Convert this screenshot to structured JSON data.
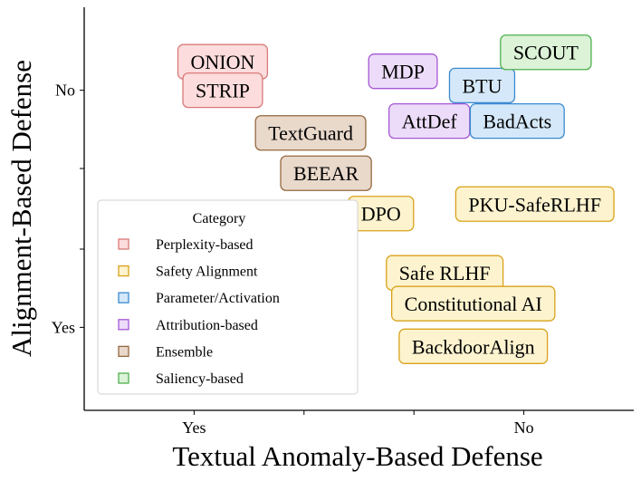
{
  "chart_data": {
    "type": "scatter",
    "xlabel": "Textual Anomaly-Based Defense",
    "ylabel": "Alignment-Based Defense",
    "xlim": [
      0.5,
      3.0
    ],
    "ylim": [
      0.65,
      2.35
    ],
    "x_ticks": [
      {
        "value": 1.0,
        "label": "Yes"
      },
      {
        "value": 1.5,
        "label": ""
      },
      {
        "value": 2.0,
        "label": ""
      },
      {
        "value": 2.5,
        "label": "No"
      }
    ],
    "y_ticks": [
      {
        "value": 1.0,
        "label": "Yes"
      },
      {
        "value": 1.33,
        "label": ""
      },
      {
        "value": 1.67,
        "label": ""
      },
      {
        "value": 2.0,
        "label": "No"
      }
    ],
    "grid": false,
    "legend": {
      "title": "Category",
      "placement": "lower-left",
      "entries": [
        {
          "name": "Perplexity-based",
          "stroke": "#d9797a",
          "fill": "#fcdcdc"
        },
        {
          "name": "Safety Alignment",
          "stroke": "#d9a21a",
          "fill": "#fdf3cf"
        },
        {
          "name": "Parameter/Activation",
          "stroke": "#3b8ad0",
          "fill": "#d4e8f9"
        },
        {
          "name": "Attribution-based",
          "stroke": "#a657d6",
          "fill": "#ecdcf9"
        },
        {
          "name": "Ensemble",
          "stroke": "#94683f",
          "fill": "#e9d9cb"
        },
        {
          "name": "Saliency-based",
          "stroke": "#4fb04f",
          "fill": "#dcf3d8"
        }
      ]
    },
    "points": [
      {
        "label": "ONION",
        "x": 1.13,
        "y": 2.12,
        "category": "Perplexity-based"
      },
      {
        "label": "STRIP",
        "x": 1.13,
        "y": 2.0,
        "category": "Perplexity-based"
      },
      {
        "label": "TextGuard",
        "x": 1.53,
        "y": 1.82,
        "category": "Ensemble"
      },
      {
        "label": "BEEAR",
        "x": 1.6,
        "y": 1.65,
        "category": "Ensemble"
      },
      {
        "label": "MDP",
        "x": 1.95,
        "y": 2.08,
        "category": "Attribution-based"
      },
      {
        "label": "AttDef",
        "x": 2.07,
        "y": 1.87,
        "category": "Attribution-based"
      },
      {
        "label": "BTU",
        "x": 2.31,
        "y": 2.02,
        "category": "Parameter/Activation"
      },
      {
        "label": "BadActs",
        "x": 2.47,
        "y": 1.87,
        "category": "Parameter/Activation"
      },
      {
        "label": "SCOUT",
        "x": 2.6,
        "y": 2.16,
        "category": "Saliency-based"
      },
      {
        "label": "DPO",
        "x": 1.85,
        "y": 1.48,
        "category": "Safety Alignment"
      },
      {
        "label": "PKU-SafeRLHF",
        "x": 2.55,
        "y": 1.52,
        "category": "Safety Alignment"
      },
      {
        "label": "Safe RLHF",
        "x": 2.14,
        "y": 1.23,
        "category": "Safety Alignment"
      },
      {
        "label": "Constitutional AI",
        "x": 2.27,
        "y": 1.1,
        "category": "Safety Alignment"
      },
      {
        "label": "BackdoorAlign",
        "x": 2.27,
        "y": 0.92,
        "category": "Safety Alignment"
      }
    ]
  }
}
